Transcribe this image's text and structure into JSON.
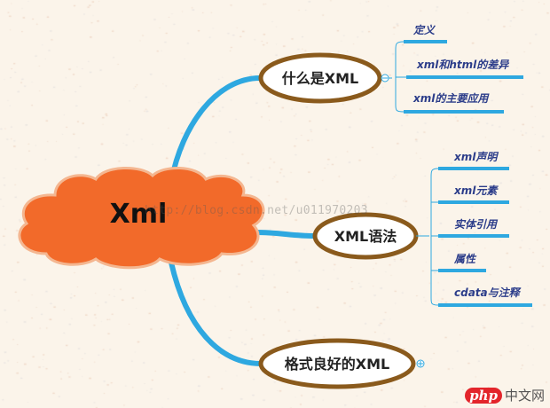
{
  "colors": {
    "background": "#fbf4ea",
    "root_fill": "#f26a2a",
    "root_stroke": "#f4b690",
    "branch_line": "#2ea8e0",
    "node_border": "#8a5a1c",
    "node_fill": "#ffffff",
    "leaf_underline": "#2ea8e0",
    "leaf_text": "#2c3d8a"
  },
  "root": {
    "label": "Xml"
  },
  "branches": [
    {
      "label": "什么是XML",
      "icon": "collapse-circle-icon",
      "children": [
        {
          "label": "定义"
        },
        {
          "label": "xml和html的差异"
        },
        {
          "label": "xml的主要应用"
        }
      ]
    },
    {
      "label": "XML语法",
      "icon": null,
      "children": [
        {
          "label": "xml声明"
        },
        {
          "label": "xml元素"
        },
        {
          "label": "实体引用"
        },
        {
          "label": "属性"
        },
        {
          "label": "cdata与注释"
        }
      ]
    },
    {
      "label": "格式良好的XML",
      "icon": "expand-plus-icon",
      "children": []
    }
  ],
  "watermark": "http://blog.csdn.net/u011970203",
  "logo": {
    "brand": "php",
    "text": "中文网"
  }
}
